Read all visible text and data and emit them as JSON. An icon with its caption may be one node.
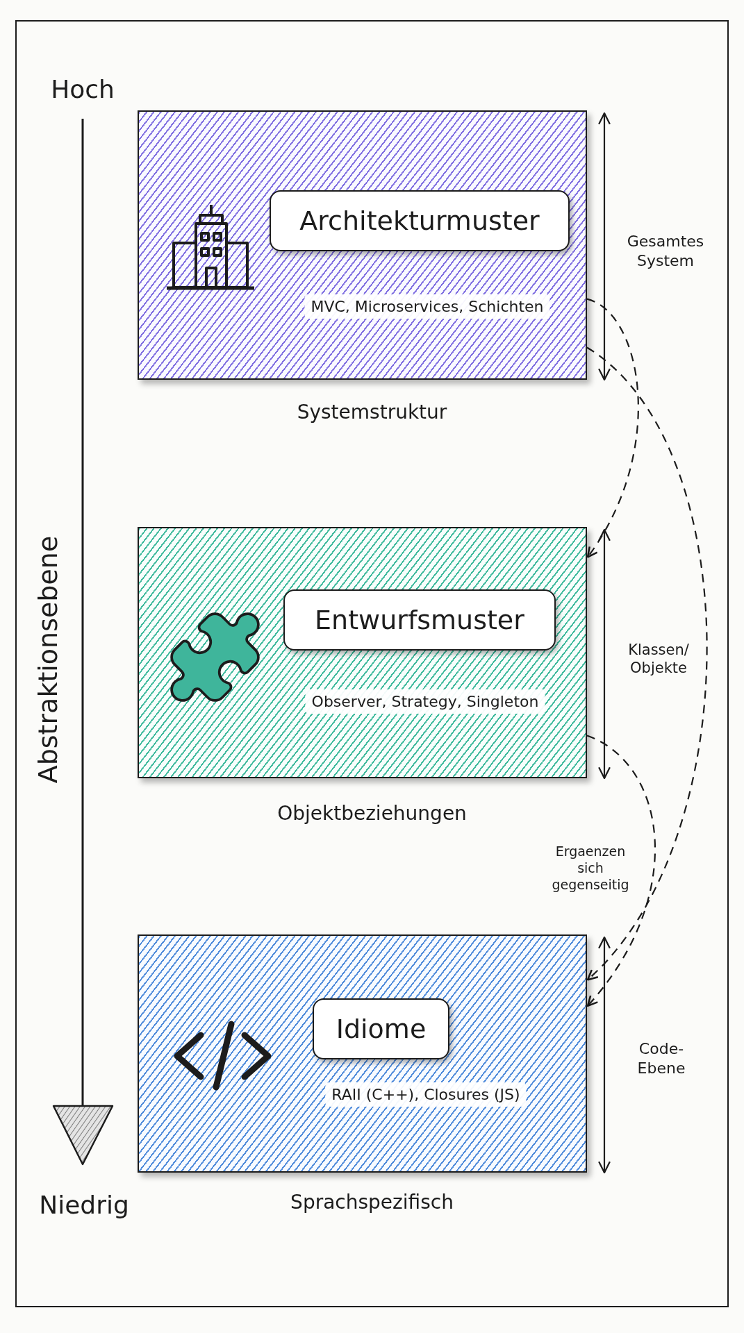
{
  "diagram": {
    "nodes": [
      {
        "text": [
          "MVC, Microservices, Schichten"
        ],
        "beside": [
          "Systemstruktur"
        ]
      },
      {
        "text": [
          "Architekturmuster"
        ],
        "in": 0
      },
      {
        "text": [
          "Observer, Strategy, Singleton"
        ],
        "beside": [
          "Objektbeziehungen"
        ]
      },
      {
        "text": [
          "Entwurfsmuster"
        ],
        "in": 2
      },
      {
        "text": [
          "RAII (C++), Closures (JS)"
        ],
        "beside": [
          "Sprachspezifisch"
        ]
      },
      {
        "text": [
          "Idiome"
        ],
        "in": 4
      }
    ],
    "edges": [
      {
        "from": 0,
        "to": 2,
        "arrow": "to",
        "style": "dashed"
      },
      {
        "from": 0,
        "to": 4,
        "arrow": "to",
        "style": "dashed"
      },
      {
        "from": 2,
        "to": 4,
        "arrow": "to",
        "style": "dashed"
      }
    ],
    "labels": [
      "Hoch",
      "Gesamtes System",
      "Abstraktionsebene",
      "Klassen/ Objekte",
      "Ergaenzen sich gegenseitig",
      "Code- Ebene",
      "Niedrig"
    ]
  }
}
